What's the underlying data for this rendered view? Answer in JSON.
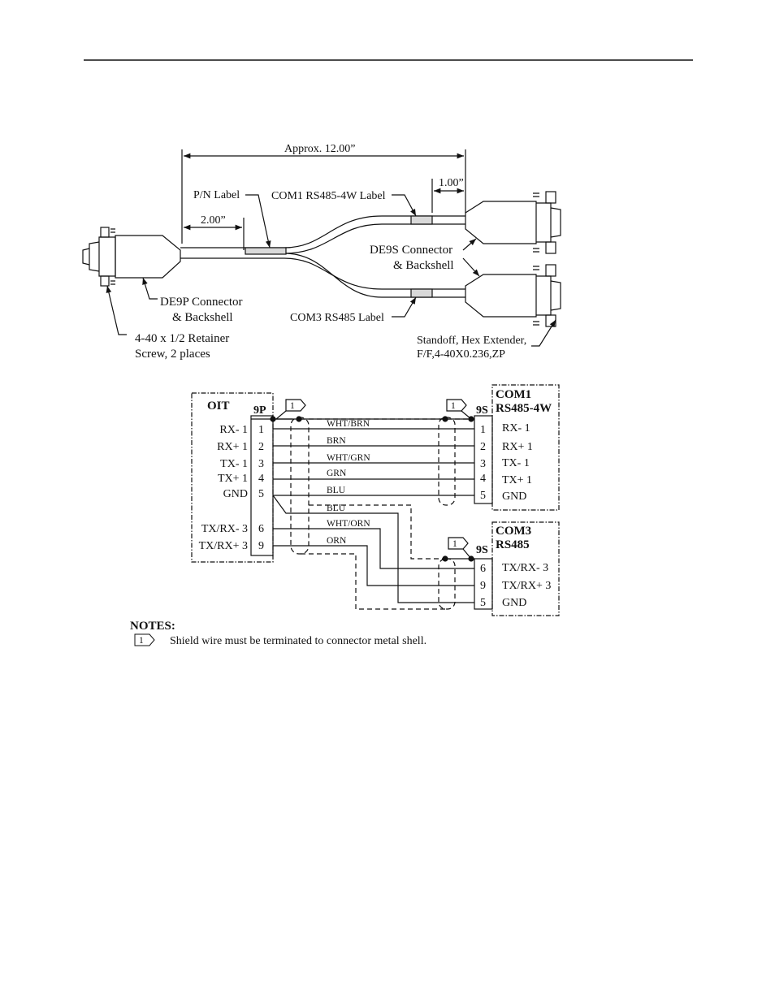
{
  "cable_drawing": {
    "approx_length": "Approx. 12.00”",
    "dim_1": "1.00”",
    "dim_2": "2.00”",
    "pn_label": "P/N Label",
    "com1_label": "COM1 RS485-4W Label",
    "com3_label": "COM3 RS485 Label",
    "de9p_line1": "DE9P Connector",
    "de9p_line2": "& Backshell",
    "de9s_line1": "DE9S Connector",
    "de9s_line2": "& Backshell",
    "screw_line1": "4-40 x 1/2 Retainer",
    "screw_line2": "Screw, 2 places",
    "standoff_line1": "Standoff, Hex Extender,",
    "standoff_line2": "F/F,4-40X0.236,ZP"
  },
  "wiring": {
    "oit_title": "OIT",
    "oit_connector": "9P",
    "oit_signals": [
      "RX- 1",
      "RX+ 1",
      "TX- 1",
      "TX+ 1",
      "GND",
      "TX/RX- 3",
      "TX/RX+ 3"
    ],
    "oit_pins": [
      "1",
      "2",
      "3",
      "4",
      "5",
      "6",
      "9"
    ],
    "wire_colors": [
      "WHT/BRN",
      "BRN",
      "WHT/GRN",
      "GRN",
      "BLU",
      "BLU",
      "WHT/ORN",
      "ORN"
    ],
    "com1_title_1": "COM1",
    "com1_title_2": "RS485-4W",
    "com1_connector": "9S",
    "com1_pins": [
      "1",
      "2",
      "3",
      "4",
      "5"
    ],
    "com1_signals": [
      "RX- 1",
      "RX+ 1",
      "TX- 1",
      "TX+ 1",
      "GND"
    ],
    "com3_title_1": "COM3",
    "com3_title_2": "RS485",
    "com3_connector": "9S",
    "com3_pins": [
      "6",
      "9",
      "5"
    ],
    "com3_signals": [
      "TX/RX- 3",
      "TX/RX+ 3",
      "GND"
    ],
    "flag_number": "1"
  },
  "notes": {
    "heading": "NOTES:",
    "flag_number": "1",
    "note_1": "Shield wire must be terminated to connector metal shell."
  }
}
